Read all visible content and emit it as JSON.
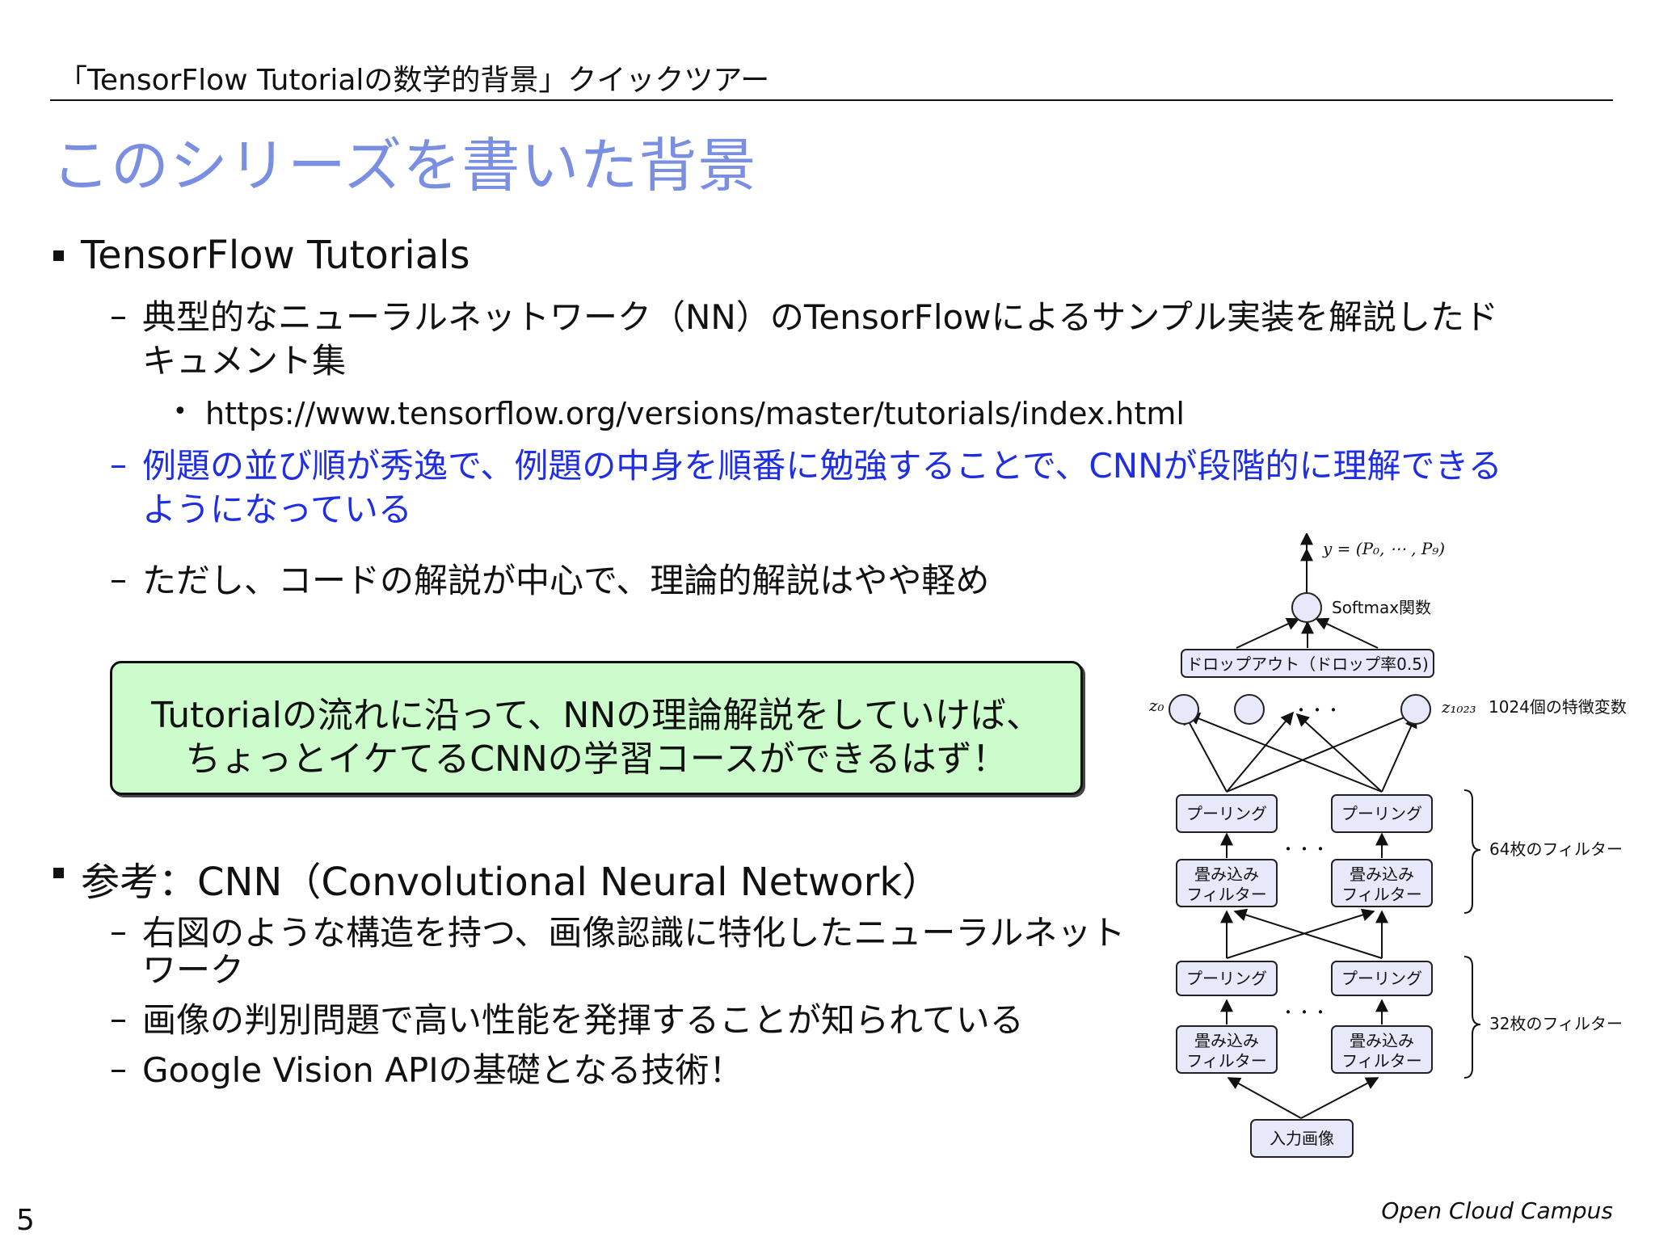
{
  "header": {
    "title": "「TensorFlow Tutorialの数学的背景」クイックツアー"
  },
  "slide": {
    "title": "このシリーズを書いた背景"
  },
  "bullets": {
    "b1": {
      "text": "TensorFlow Tutorials",
      "sub1_line1": "典型的なニューラルネットワーク（NN）のTensorFlowによるサンプル実装を解説したド",
      "sub1_line2": "キュメント集",
      "url": "https://www.tensorflow.org/versions/master/tutorials/index.html",
      "sub2_line1": "例題の並び順が秀逸で、例題の中身を順番に勉強することで、CNNが段階的に理解できる",
      "sub2_line2": "ようになっている",
      "sub3": "ただし、コードの解説が中心で、理論的解説はやや軽め"
    },
    "b2": {
      "text": "参考：CNN（Convolutional Neural Network）",
      "sub1_line1": "右図のような構造を持つ、画像認識に特化したニューラルネット",
      "sub1_line2": "ワーク",
      "sub2": "画像の判別問題で高い性能を発揮することが知られている",
      "sub3": "Google Vision APIの基礎となる技術！"
    }
  },
  "callout": {
    "line1": "Tutorialの流れに沿って、NNの理論解説をしていけば、",
    "line2": "ちょっとイケてるCNNの学習コースができるはず！"
  },
  "diagram": {
    "output_label": "y = (P₀, ⋯ , P₉)",
    "softmax_label": "Softmax関数",
    "dropout_label": "ドロップアウト（ドロップ率0.5)",
    "z0_label": "z₀",
    "z1023_label": "z₁₀₂₃",
    "features_label": "1024個の特徴変数",
    "ellipsis": "・・・",
    "pooling_label": "プーリング",
    "conv_label_line1": "畳み込み",
    "conv_label_line2": "フィルター",
    "filters64_label": "64枚のフィルター",
    "filters32_label": "32枚のフィルター",
    "input_label": "入力画像"
  },
  "footer": {
    "page_number": "5",
    "brand": "Open Cloud Campus"
  }
}
